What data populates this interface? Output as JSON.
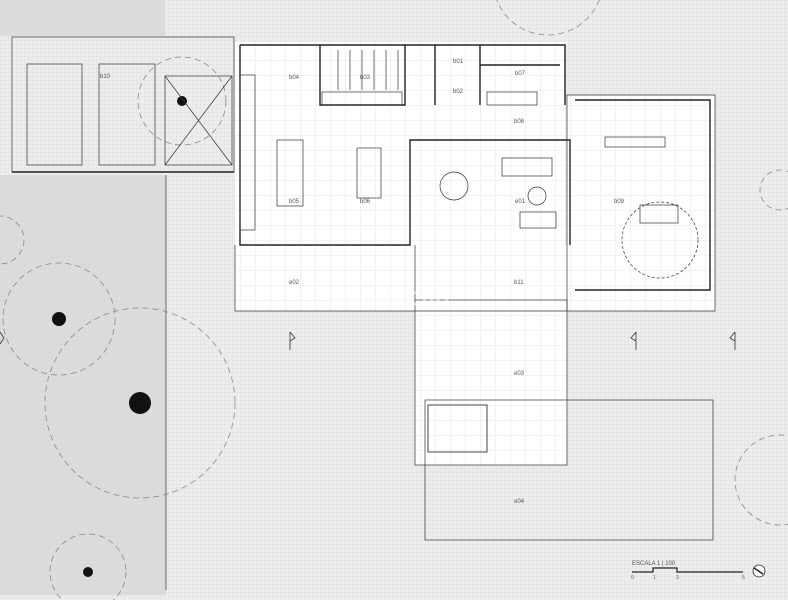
{
  "plan": {
    "rooms": {
      "b01": "b01",
      "b02": "b02",
      "b03": "b03",
      "b04": "b04",
      "b05": "b05",
      "b06": "b06",
      "b07": "b07",
      "b08": "b08",
      "b09": "b09",
      "b10": "b10",
      "b11": "b11",
      "e01": "e01",
      "e02": "e02",
      "e03": "e03",
      "e04": "e04"
    },
    "watermark": "habitaclia",
    "scale": {
      "label": "ESCALA 1 | 100",
      "ticks": [
        "0",
        "1",
        "3",
        "5"
      ]
    },
    "colors": {
      "wall": "#222222",
      "background": "#ededed",
      "interior": "#ffffff",
      "grid": "#d8d8d8"
    }
  }
}
